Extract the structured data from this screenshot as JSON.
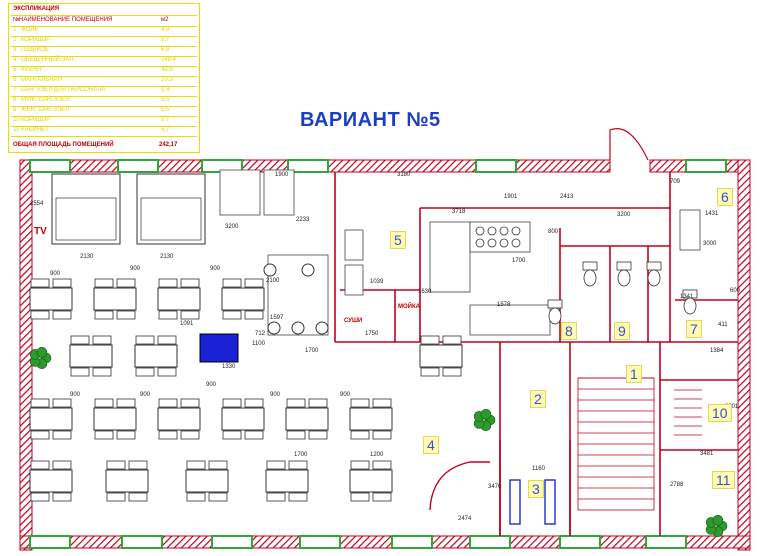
{
  "legend": {
    "title": "ЭКСПЛИКАЦИЯ",
    "col_no": "№",
    "col_name": "НАИМЕНОВАНИЕ ПОМЕЩЕНИЯ",
    "col_area": "м2",
    "rows": [
      {
        "no": "1",
        "name": "ФОЙЕ",
        "area": "4,9"
      },
      {
        "no": "2",
        "name": "КОРИДОР",
        "area": "5,7"
      },
      {
        "no": "3",
        "name": "ГОДЕРОБ",
        "area": "6,8"
      },
      {
        "no": "4",
        "name": "ОБЕДЕННЫЙ ЗАЛ",
        "area": "148,4"
      },
      {
        "no": "5",
        "name": "КУХНЯ",
        "area": "48,9"
      },
      {
        "no": "6",
        "name": "МАНГАЛЬНАЯ",
        "area": "10,3"
      },
      {
        "no": "7",
        "name": "САН. УЗЕЛ ДЛЯ ПЕРСОНАЛА",
        "area": "1,4"
      },
      {
        "no": "8",
        "name": "МУЖ. САН. УЗЕЛ",
        "area": "3,5"
      },
      {
        "no": "9",
        "name": "ЖЕН. САН. УЗЕЛ",
        "area": "5,5"
      },
      {
        "no": "10",
        "name": "КОРИДОР",
        "area": "5,7"
      },
      {
        "no": "11",
        "name": "КАБИНЕТ",
        "area": "5,7"
      }
    ],
    "total_label": "ОБЩАЯ ПЛОЩАДЬ ПОМЕЩЕНИЙ",
    "total_value": "242,17"
  },
  "title": "ВАРИАНТ №5",
  "room_numbers": [
    "1",
    "2",
    "3",
    "4",
    "5",
    "6",
    "7",
    "8",
    "9",
    "10",
    "11"
  ],
  "labels": {
    "tv": "TV",
    "sushi": "СУШИ",
    "sink": "МОЙКА"
  },
  "dimensions": [
    "2130",
    "2130",
    "3200",
    "1900",
    "3180",
    "1901",
    "2413",
    "709",
    "2554",
    "3718",
    "3200",
    "800",
    "1700",
    "1039",
    "1630",
    "1578",
    "900",
    "2233",
    "1091",
    "1100",
    "1330",
    "1597",
    "712",
    "1700",
    "1750",
    "2100",
    "900",
    "900",
    "1384",
    "900",
    "900",
    "900",
    "900",
    "900",
    "1700",
    "1200",
    "3476",
    "2474",
    "3481",
    "2788",
    "1160",
    "1431",
    "3000",
    "1341",
    "2201",
    "600",
    "411"
  ],
  "colors": {
    "wall": "#c0001e",
    "legend_border": "#e4e000",
    "title": "#1a3fc4",
    "room_number_bg": "#fffbb0",
    "window": "#2ea83a"
  }
}
